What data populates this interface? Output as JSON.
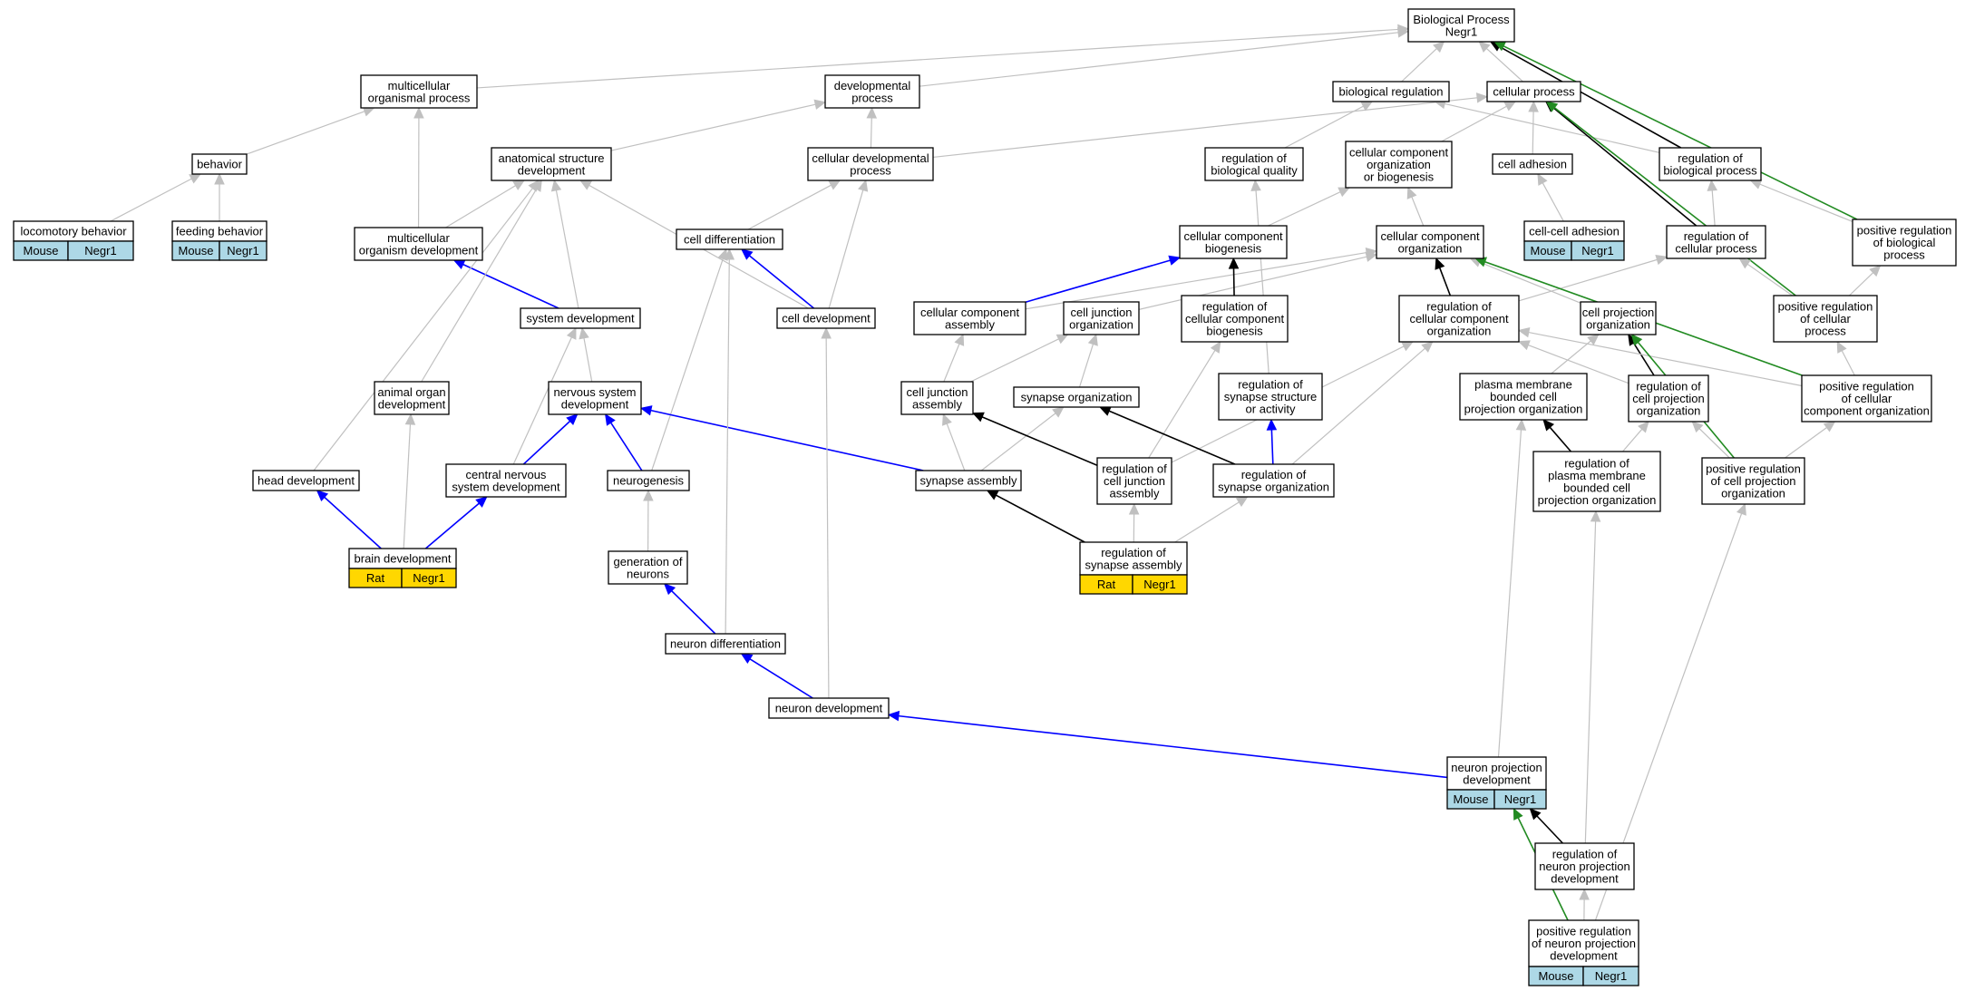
{
  "colors": {
    "is_a": "#c0c0c0",
    "part_of": "#0000ff",
    "regulates": "#000000",
    "positively_regulates": "#228b22",
    "mouse_annotation": "#add8e6",
    "rat_annotation": "#ffd700",
    "node_fill": "#ffffff",
    "node_stroke": "#000000"
  },
  "nodes": [
    {
      "id": "bp",
      "lines": [
        "Biological Process",
        "Negr1"
      ]
    },
    {
      "id": "mop",
      "lines": [
        "multicellular",
        "organismal process"
      ]
    },
    {
      "id": "dp",
      "lines": [
        "developmental",
        "process"
      ]
    },
    {
      "id": "br",
      "lines": [
        "biological regulation"
      ]
    },
    {
      "id": "cp",
      "lines": [
        "cellular process"
      ]
    },
    {
      "id": "beh",
      "lines": [
        "behavior"
      ]
    },
    {
      "id": "asd",
      "lines": [
        "anatomical structure",
        "development"
      ]
    },
    {
      "id": "cdp",
      "lines": [
        "cellular developmental",
        "process"
      ]
    },
    {
      "id": "rbq",
      "lines": [
        "regulation of",
        "biological quality"
      ]
    },
    {
      "id": "ccob",
      "lines": [
        "cellular component",
        "organization",
        "or biogenesis"
      ]
    },
    {
      "id": "ca",
      "lines": [
        "cell adhesion"
      ]
    },
    {
      "id": "rbp",
      "lines": [
        "regulation of",
        "biological process"
      ]
    },
    {
      "id": "lb",
      "lines": [
        "locomotory behavior"
      ],
      "annotation": {
        "species": "Mouse",
        "gene": "Negr1"
      }
    },
    {
      "id": "fb",
      "lines": [
        "feeding behavior"
      ],
      "annotation": {
        "species": "Mouse",
        "gene": "Negr1"
      }
    },
    {
      "id": "mod",
      "lines": [
        "multicellular",
        "organism development"
      ]
    },
    {
      "id": "cdiff",
      "lines": [
        "cell differentiation"
      ]
    },
    {
      "id": "ccb",
      "lines": [
        "cellular component",
        "biogenesis"
      ]
    },
    {
      "id": "cco",
      "lines": [
        "cellular component",
        "organization"
      ]
    },
    {
      "id": "cca",
      "lines": [
        "cell-cell adhesion"
      ],
      "annotation": {
        "species": "Mouse",
        "gene": "Negr1"
      }
    },
    {
      "id": "rcp",
      "lines": [
        "regulation of",
        "cellular process"
      ]
    },
    {
      "id": "prbp",
      "lines": [
        "positive regulation",
        "of biological",
        "process"
      ]
    },
    {
      "id": "sd",
      "lines": [
        "system development"
      ]
    },
    {
      "id": "cdev",
      "lines": [
        "cell development"
      ]
    },
    {
      "id": "ccassy",
      "lines": [
        "cellular component",
        "assembly"
      ]
    },
    {
      "id": "cjo",
      "lines": [
        "cell junction",
        "organization"
      ]
    },
    {
      "id": "rccb",
      "lines": [
        "regulation of",
        "cellular component",
        "biogenesis"
      ]
    },
    {
      "id": "rcco",
      "lines": [
        "regulation of",
        "cellular component",
        "organization"
      ]
    },
    {
      "id": "cpo",
      "lines": [
        "cell projection",
        "organization"
      ]
    },
    {
      "id": "prcp",
      "lines": [
        "positive regulation",
        "of cellular",
        "process"
      ]
    },
    {
      "id": "aod",
      "lines": [
        "animal organ",
        "development"
      ]
    },
    {
      "id": "nsd",
      "lines": [
        "nervous system",
        "development"
      ]
    },
    {
      "id": "cja",
      "lines": [
        "cell junction",
        "assembly"
      ]
    },
    {
      "id": "so",
      "lines": [
        "synapse organization"
      ]
    },
    {
      "id": "rssa",
      "lines": [
        "regulation of",
        "synapse structure",
        "or activity"
      ]
    },
    {
      "id": "pmbcpo",
      "lines": [
        "plasma membrane",
        "bounded cell",
        "projection organization"
      ]
    },
    {
      "id": "rcpo",
      "lines": [
        "regulation of",
        "cell projection",
        "organization"
      ]
    },
    {
      "id": "prcco",
      "lines": [
        "positive regulation",
        "of cellular",
        "component organization"
      ]
    },
    {
      "id": "hd",
      "lines": [
        "head development"
      ]
    },
    {
      "id": "cnsd",
      "lines": [
        "central nervous",
        "system development"
      ]
    },
    {
      "id": "ng",
      "lines": [
        "neurogenesis"
      ]
    },
    {
      "id": "sa",
      "lines": [
        "synapse assembly"
      ]
    },
    {
      "id": "rcja",
      "lines": [
        "regulation of",
        "cell junction",
        "assembly"
      ]
    },
    {
      "id": "rso",
      "lines": [
        "regulation of",
        "synapse organization"
      ]
    },
    {
      "id": "rpmbcpo",
      "lines": [
        "regulation of",
        "plasma membrane",
        "bounded cell",
        "projection organization"
      ]
    },
    {
      "id": "prcpo",
      "lines": [
        "positive regulation",
        "of cell projection",
        "organization"
      ]
    },
    {
      "id": "bd",
      "lines": [
        "brain development"
      ],
      "annotation": {
        "species": "Rat",
        "gene": "Negr1"
      }
    },
    {
      "id": "rsa",
      "lines": [
        "regulation of",
        "synapse assembly"
      ],
      "annotation": {
        "species": "Rat",
        "gene": "Negr1"
      }
    },
    {
      "id": "gon",
      "lines": [
        "generation of",
        "neurons"
      ]
    },
    {
      "id": "nd",
      "lines": [
        "neuron differentiation"
      ]
    },
    {
      "id": "ndev",
      "lines": [
        "neuron development"
      ]
    },
    {
      "id": "npd",
      "lines": [
        "neuron projection",
        "development"
      ],
      "annotation": {
        "species": "Mouse",
        "gene": "Negr1"
      }
    },
    {
      "id": "rnpd",
      "lines": [
        "regulation of",
        "neuron projection",
        "development"
      ]
    },
    {
      "id": "prnpd",
      "lines": [
        "positive regulation",
        "of neuron projection",
        "development"
      ],
      "annotation": {
        "species": "Mouse",
        "gene": "Negr1"
      }
    }
  ],
  "edges": [
    {
      "from": "mop",
      "to": "bp",
      "type": "is_a"
    },
    {
      "from": "dp",
      "to": "bp",
      "type": "is_a"
    },
    {
      "from": "br",
      "to": "bp",
      "type": "is_a"
    },
    {
      "from": "cp",
      "to": "bp",
      "type": "is_a"
    },
    {
      "from": "rbp",
      "to": "bp",
      "type": "regulates"
    },
    {
      "from": "prbp",
      "to": "bp",
      "type": "positively_regulates"
    },
    {
      "from": "beh",
      "to": "mop",
      "type": "is_a"
    },
    {
      "from": "lb",
      "to": "beh",
      "type": "is_a"
    },
    {
      "from": "fb",
      "to": "beh",
      "type": "is_a"
    },
    {
      "from": "asd",
      "to": "dp",
      "type": "is_a"
    },
    {
      "from": "cdp",
      "to": "dp",
      "type": "is_a"
    },
    {
      "from": "cdp",
      "to": "cp",
      "type": "is_a"
    },
    {
      "from": "rbq",
      "to": "br",
      "type": "is_a"
    },
    {
      "from": "rbp",
      "to": "br",
      "type": "is_a"
    },
    {
      "from": "ccob",
      "to": "cp",
      "type": "is_a"
    },
    {
      "from": "ca",
      "to": "cp",
      "type": "is_a"
    },
    {
      "from": "rcp",
      "to": "cp",
      "type": "regulates"
    },
    {
      "from": "prcp",
      "to": "cp",
      "type": "positively_regulates"
    },
    {
      "from": "mod",
      "to": "mop",
      "type": "is_a"
    },
    {
      "from": "mod",
      "to": "asd",
      "type": "is_a"
    },
    {
      "from": "cdiff",
      "to": "cdp",
      "type": "is_a"
    },
    {
      "from": "ccb",
      "to": "ccob",
      "type": "is_a"
    },
    {
      "from": "cco",
      "to": "ccob",
      "type": "is_a"
    },
    {
      "from": "cca",
      "to": "ca",
      "type": "is_a"
    },
    {
      "from": "rcp",
      "to": "rbp",
      "type": "is_a"
    },
    {
      "from": "prbp",
      "to": "rbp",
      "type": "is_a"
    },
    {
      "from": "sd",
      "to": "asd",
      "type": "is_a"
    },
    {
      "from": "sd",
      "to": "mod",
      "type": "part_of"
    },
    {
      "from": "cdev",
      "to": "asd",
      "type": "is_a"
    },
    {
      "from": "cdev",
      "to": "cdp",
      "type": "is_a"
    },
    {
      "from": "cdev",
      "to": "cdiff",
      "type": "part_of"
    },
    {
      "from": "ccassy",
      "to": "ccb",
      "type": "part_of"
    },
    {
      "from": "ccassy",
      "to": "cco",
      "type": "is_a"
    },
    {
      "from": "cjo",
      "to": "cco",
      "type": "is_a"
    },
    {
      "from": "rccb",
      "to": "ccb",
      "type": "regulates"
    },
    {
      "from": "rcco",
      "to": "cco",
      "type": "regulates"
    },
    {
      "from": "rcco",
      "to": "rcp",
      "type": "is_a"
    },
    {
      "from": "cpo",
      "to": "cco",
      "type": "is_a"
    },
    {
      "from": "prcp",
      "to": "rcp",
      "type": "is_a"
    },
    {
      "from": "prcp",
      "to": "prbp",
      "type": "is_a"
    },
    {
      "from": "aod",
      "to": "asd",
      "type": "is_a"
    },
    {
      "from": "nsd",
      "to": "sd",
      "type": "is_a"
    },
    {
      "from": "cja",
      "to": "ccassy",
      "type": "is_a"
    },
    {
      "from": "cja",
      "to": "cjo",
      "type": "is_a"
    },
    {
      "from": "so",
      "to": "cjo",
      "type": "is_a"
    },
    {
      "from": "rssa",
      "to": "rbq",
      "type": "is_a"
    },
    {
      "from": "pmbcpo",
      "to": "cpo",
      "type": "is_a"
    },
    {
      "from": "rcpo",
      "to": "cpo",
      "type": "regulates"
    },
    {
      "from": "rcpo",
      "to": "rcco",
      "type": "is_a"
    },
    {
      "from": "prcco",
      "to": "rcco",
      "type": "is_a"
    },
    {
      "from": "prcco",
      "to": "cco",
      "type": "positively_regulates"
    },
    {
      "from": "prcco",
      "to": "prcp",
      "type": "is_a"
    },
    {
      "from": "hd",
      "to": "asd",
      "type": "is_a"
    },
    {
      "from": "cnsd",
      "to": "sd",
      "type": "is_a"
    },
    {
      "from": "cnsd",
      "to": "nsd",
      "type": "part_of"
    },
    {
      "from": "ng",
      "to": "nsd",
      "type": "part_of"
    },
    {
      "from": "ng",
      "to": "cdiff",
      "type": "is_a"
    },
    {
      "from": "sa",
      "to": "nsd",
      "type": "part_of"
    },
    {
      "from": "sa",
      "to": "cja",
      "type": "is_a"
    },
    {
      "from": "sa",
      "to": "so",
      "type": "is_a"
    },
    {
      "from": "rcja",
      "to": "cja",
      "type": "regulates"
    },
    {
      "from": "rcja",
      "to": "rccb",
      "type": "is_a"
    },
    {
      "from": "rcja",
      "to": "rcco",
      "type": "is_a"
    },
    {
      "from": "rso",
      "to": "so",
      "type": "regulates"
    },
    {
      "from": "rso",
      "to": "rssa",
      "type": "part_of"
    },
    {
      "from": "rso",
      "to": "rcco",
      "type": "is_a"
    },
    {
      "from": "rpmbcpo",
      "to": "pmbcpo",
      "type": "regulates"
    },
    {
      "from": "rpmbcpo",
      "to": "rcpo",
      "type": "is_a"
    },
    {
      "from": "prcpo",
      "to": "rcpo",
      "type": "is_a"
    },
    {
      "from": "prcpo",
      "to": "cpo",
      "type": "positively_regulates"
    },
    {
      "from": "prcpo",
      "to": "prcco",
      "type": "is_a"
    },
    {
      "from": "bd",
      "to": "hd",
      "type": "part_of"
    },
    {
      "from": "bd",
      "to": "aod",
      "type": "is_a"
    },
    {
      "from": "bd",
      "to": "cnsd",
      "type": "part_of"
    },
    {
      "from": "rsa",
      "to": "sa",
      "type": "regulates"
    },
    {
      "from": "rsa",
      "to": "rcja",
      "type": "is_a"
    },
    {
      "from": "rsa",
      "to": "rso",
      "type": "is_a"
    },
    {
      "from": "gon",
      "to": "ng",
      "type": "is_a"
    },
    {
      "from": "nd",
      "to": "gon",
      "type": "part_of"
    },
    {
      "from": "nd",
      "to": "cdiff",
      "type": "is_a"
    },
    {
      "from": "ndev",
      "to": "nd",
      "type": "part_of"
    },
    {
      "from": "ndev",
      "to": "cdev",
      "type": "is_a"
    },
    {
      "from": "npd",
      "to": "ndev",
      "type": "part_of"
    },
    {
      "from": "npd",
      "to": "pmbcpo",
      "type": "is_a"
    },
    {
      "from": "rnpd",
      "to": "npd",
      "type": "regulates"
    },
    {
      "from": "rnpd",
      "to": "rpmbcpo",
      "type": "is_a"
    },
    {
      "from": "prnpd",
      "to": "rnpd",
      "type": "is_a"
    },
    {
      "from": "prnpd",
      "to": "npd",
      "type": "positively_regulates"
    },
    {
      "from": "prnpd",
      "to": "prcpo",
      "type": "is_a"
    }
  ]
}
